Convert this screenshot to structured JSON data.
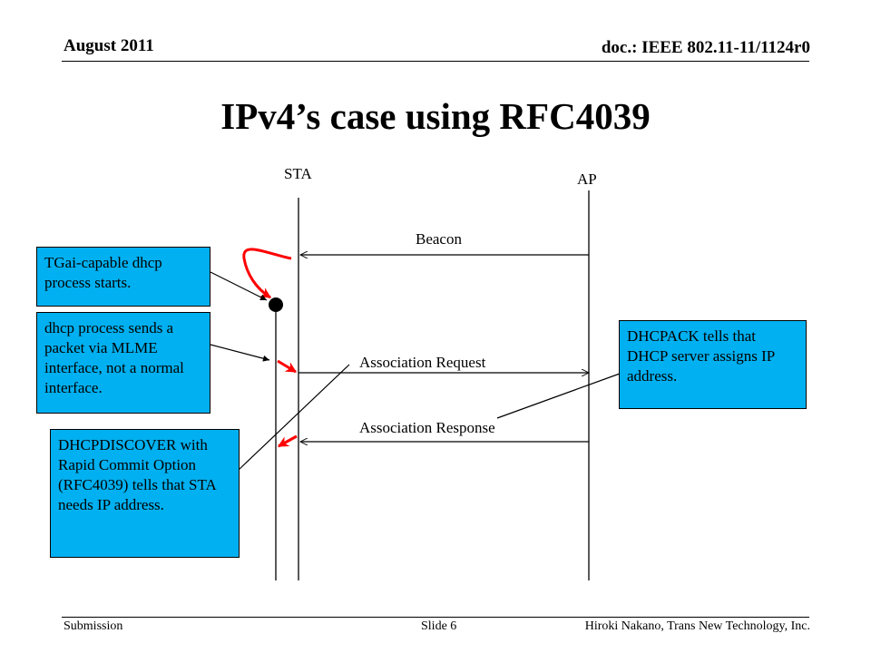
{
  "header": {
    "date": "August 2011",
    "doc": "doc.: IEEE 802.11-11/1124r0"
  },
  "title": "IPv4’s case using RFC4039",
  "diagram": {
    "entities": {
      "sta": "STA",
      "ap": "AP"
    },
    "messages": {
      "beacon": "Beacon",
      "assoc_request": "Association Request",
      "assoc_response": "Association Response"
    },
    "notes": {
      "tgai_start": "TGai-capable dhcp process starts.",
      "mlme_send": "dhcp process sends a packet via MLME interface, not a normal interface.",
      "dhcpdiscover": "DHCPDISCOVER with Rapid Commit Option (RFC4039) tells that STA needs IP address.",
      "dhcpack": "DHCPACK tells that DHCP server assigns IP address."
    },
    "colors": {
      "note_fill": "#00b0f0",
      "highlight_arrow": "#ff0000",
      "line": "#000000"
    }
  },
  "footer": {
    "submission": "Submission",
    "slide": "Slide 6",
    "author": "Hiroki Nakano, Trans New Technology, Inc."
  }
}
